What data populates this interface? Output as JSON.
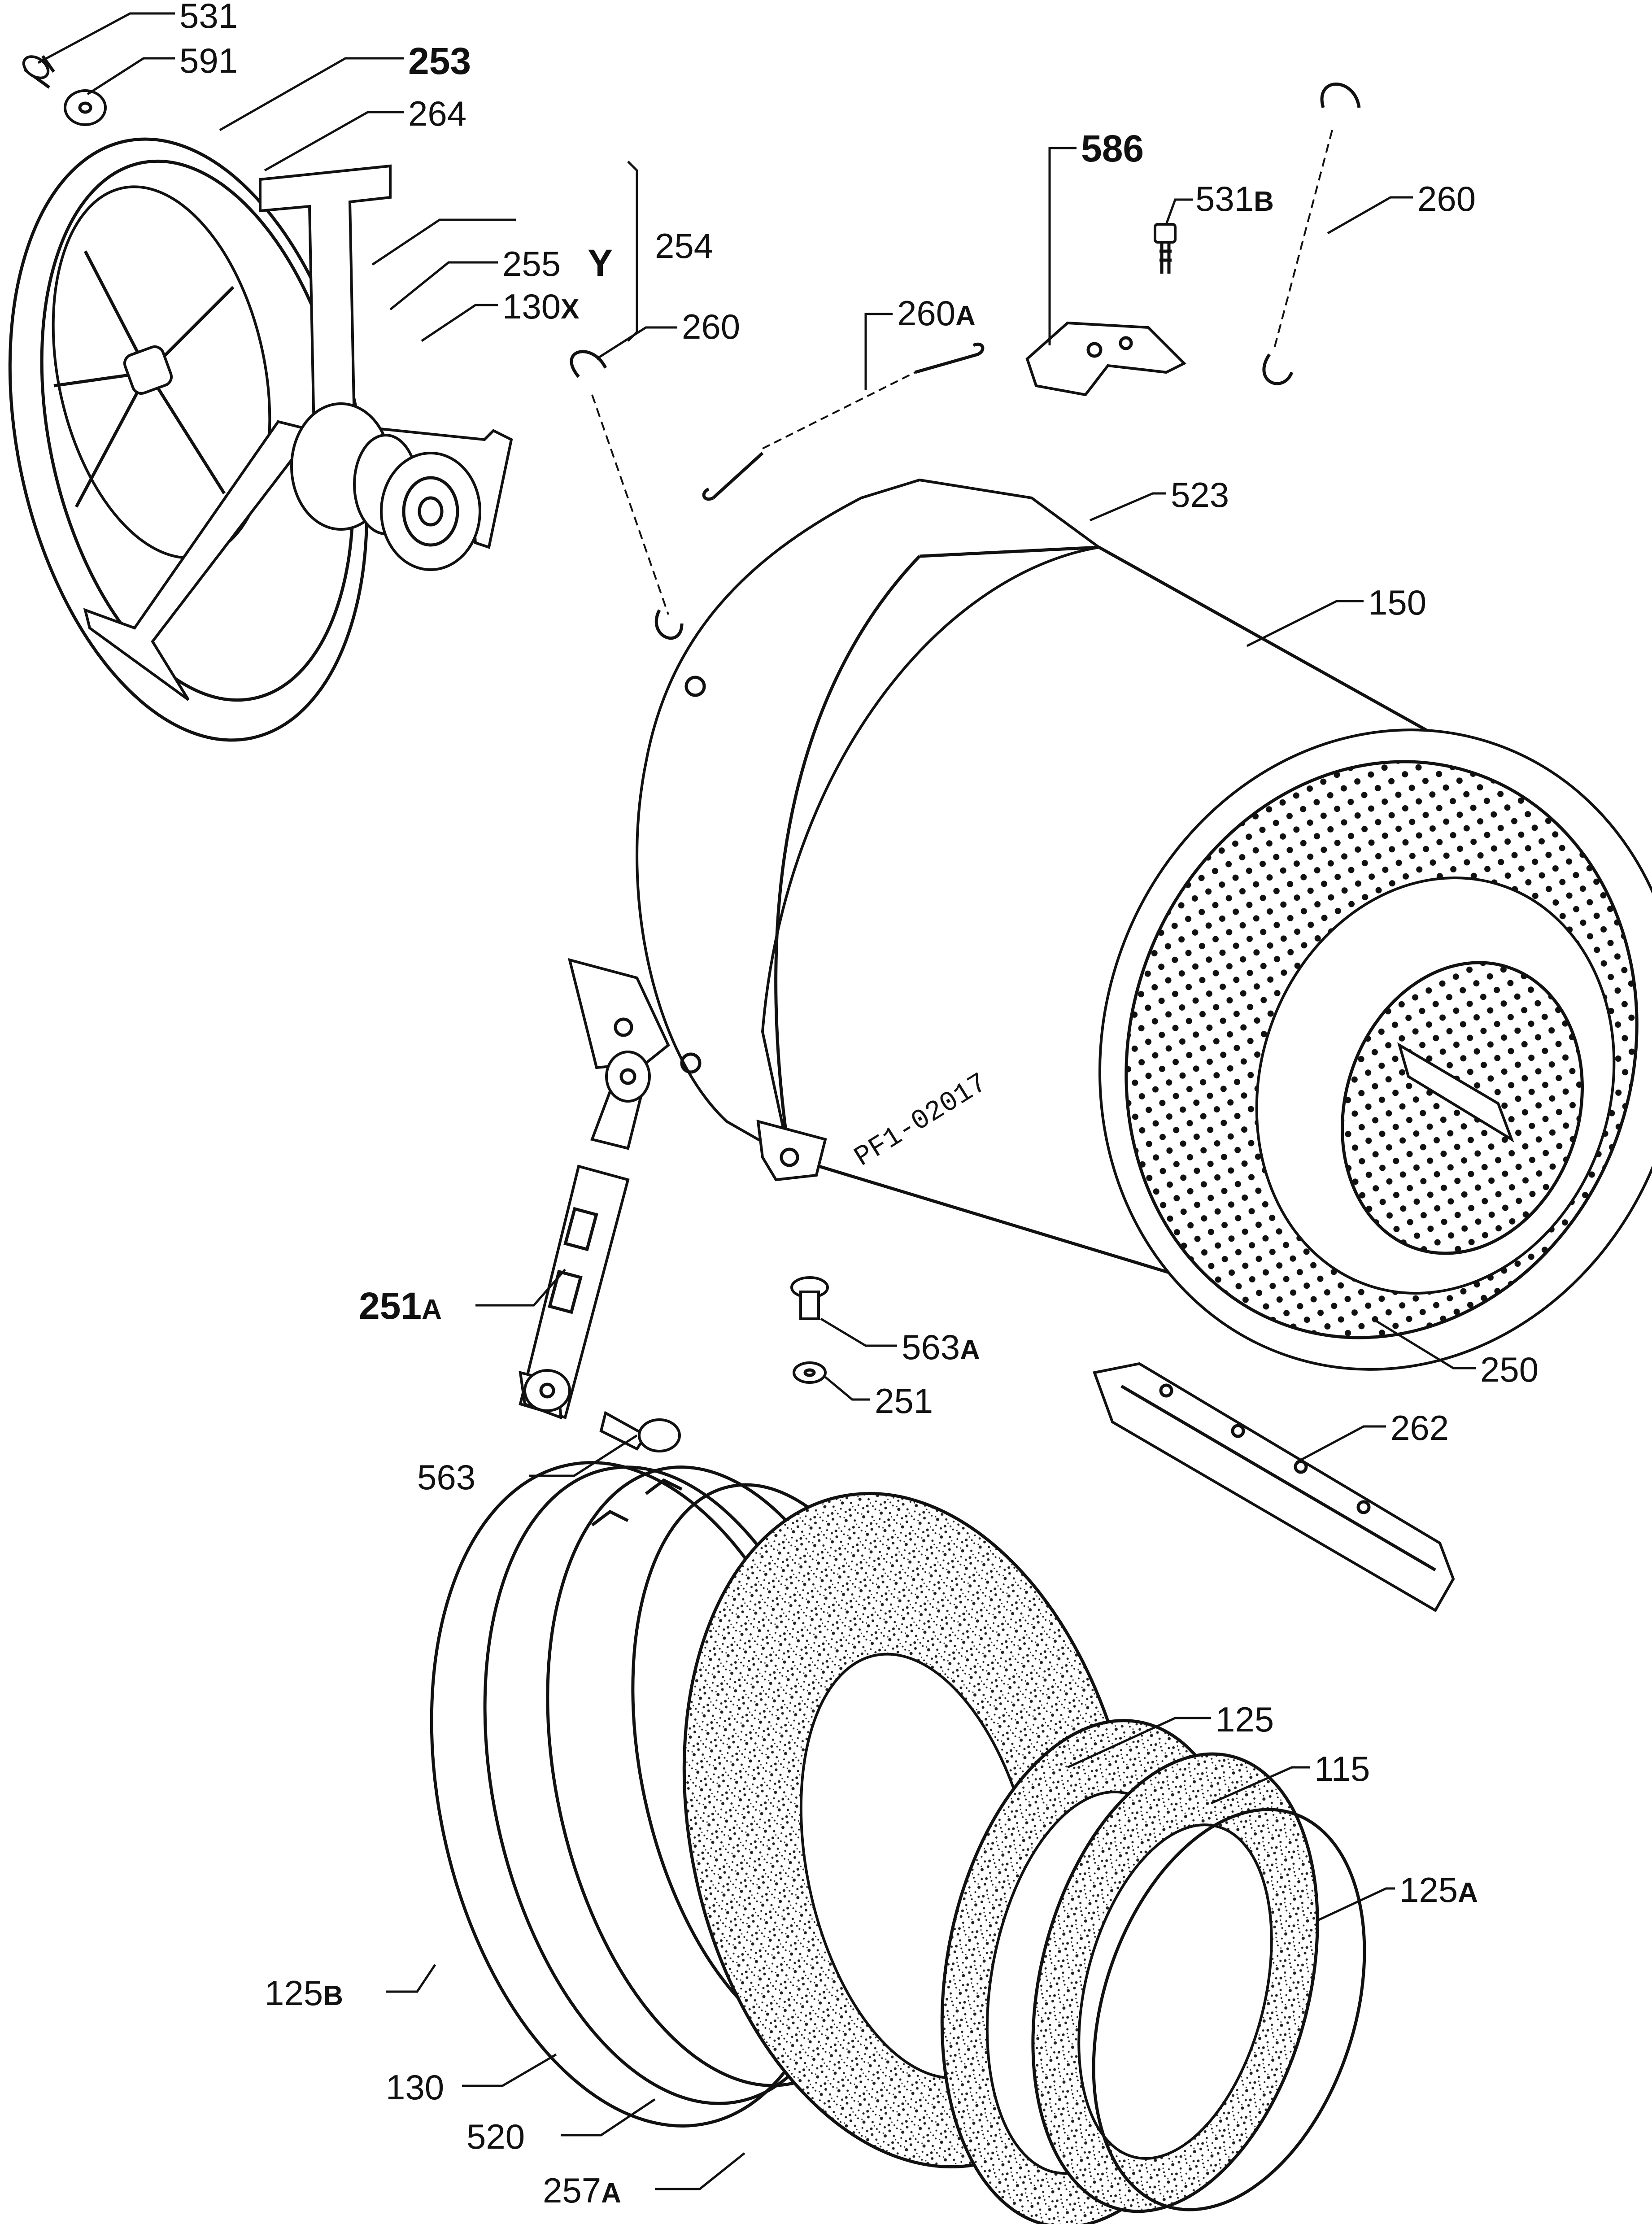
{
  "diagram_code": "PF1-02017",
  "callouts": [
    {
      "id": "531",
      "main": "531",
      "suffix": ""
    },
    {
      "id": "591",
      "main": "591",
      "suffix": ""
    },
    {
      "id": "253",
      "main": "253",
      "suffix": ""
    },
    {
      "id": "264",
      "main": "264",
      "suffix": ""
    },
    {
      "id": "254",
      "main": "254",
      "suffix": ""
    },
    {
      "id": "255",
      "main": "255",
      "suffix": ""
    },
    {
      "id": "y",
      "main": "Y",
      "suffix": ""
    },
    {
      "id": "130x",
      "main": "130",
      "suffix": "X"
    },
    {
      "id": "260-left",
      "main": "260",
      "suffix": ""
    },
    {
      "id": "260a",
      "main": "260",
      "suffix": "A"
    },
    {
      "id": "586",
      "main": "586",
      "suffix": ""
    },
    {
      "id": "531b",
      "main": "531",
      "suffix": "B"
    },
    {
      "id": "260-right",
      "main": "260",
      "suffix": ""
    },
    {
      "id": "523",
      "main": "523",
      "suffix": ""
    },
    {
      "id": "150",
      "main": "150",
      "suffix": ""
    },
    {
      "id": "251a",
      "main": "251",
      "suffix": "A"
    },
    {
      "id": "563a",
      "main": "563",
      "suffix": "A"
    },
    {
      "id": "250",
      "main": "250",
      "suffix": ""
    },
    {
      "id": "251",
      "main": "251",
      "suffix": ""
    },
    {
      "id": "262",
      "main": "262",
      "suffix": ""
    },
    {
      "id": "563",
      "main": "563",
      "suffix": ""
    },
    {
      "id": "125",
      "main": "125",
      "suffix": ""
    },
    {
      "id": "115",
      "main": "115",
      "suffix": ""
    },
    {
      "id": "125a",
      "main": "125",
      "suffix": "A"
    },
    {
      "id": "125b",
      "main": "125",
      "suffix": "B"
    },
    {
      "id": "130",
      "main": "130",
      "suffix": ""
    },
    {
      "id": "520",
      "main": "520",
      "suffix": ""
    },
    {
      "id": "257a",
      "main": "257",
      "suffix": "A"
    }
  ]
}
